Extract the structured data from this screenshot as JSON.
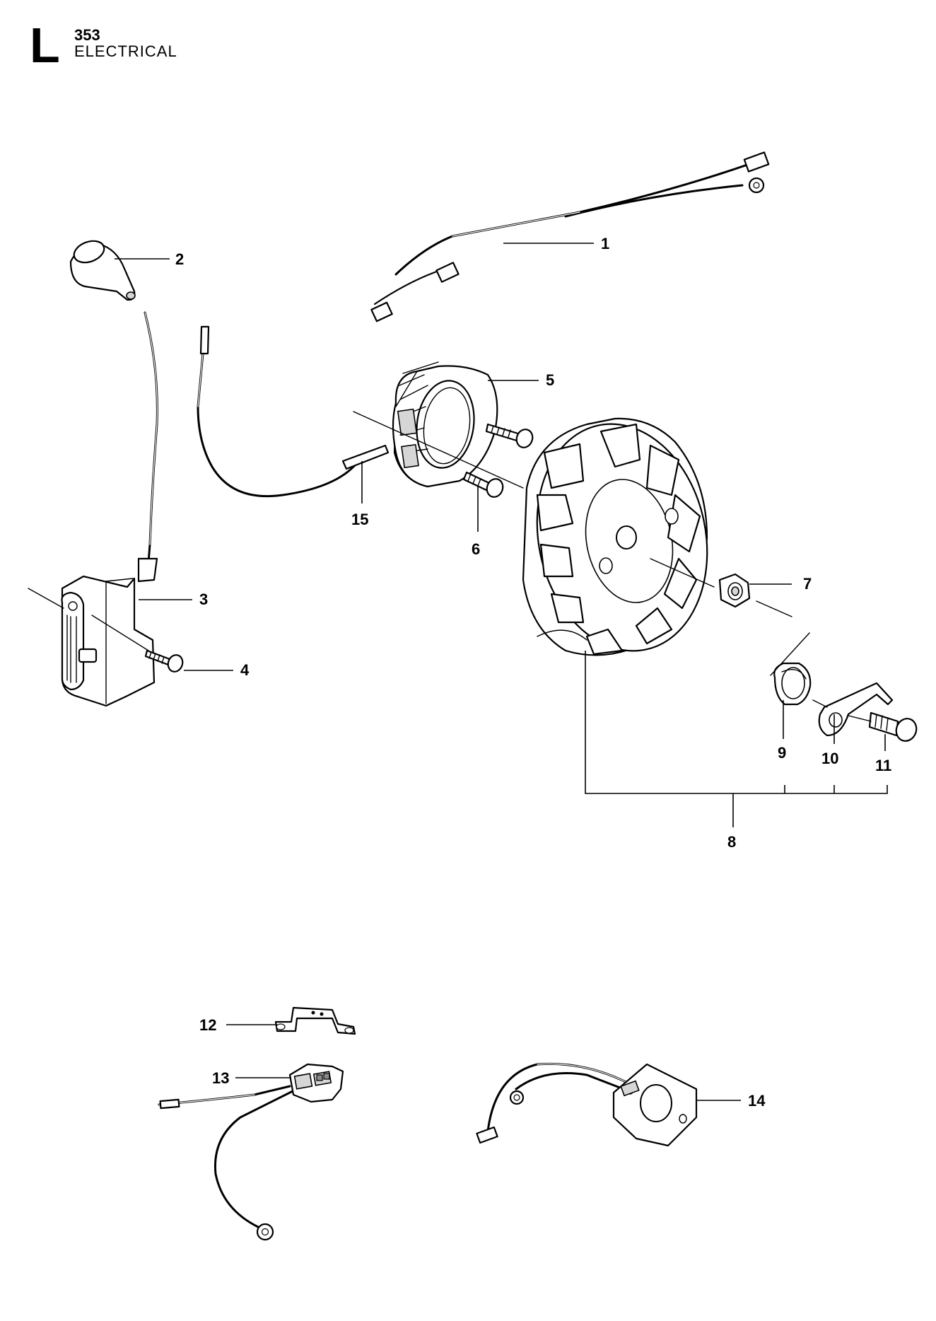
{
  "header": {
    "section_letter": "L",
    "model": "353",
    "title": "ELECTRICAL"
  },
  "callouts": {
    "c1": "1",
    "c2": "2",
    "c3": "3",
    "c4": "4",
    "c5": "5",
    "c6": "6",
    "c7": "7",
    "c8": "8",
    "c9": "9",
    "c10": "10",
    "c11": "11",
    "c12": "12",
    "c13": "13",
    "c14": "14",
    "c15": "15"
  }
}
